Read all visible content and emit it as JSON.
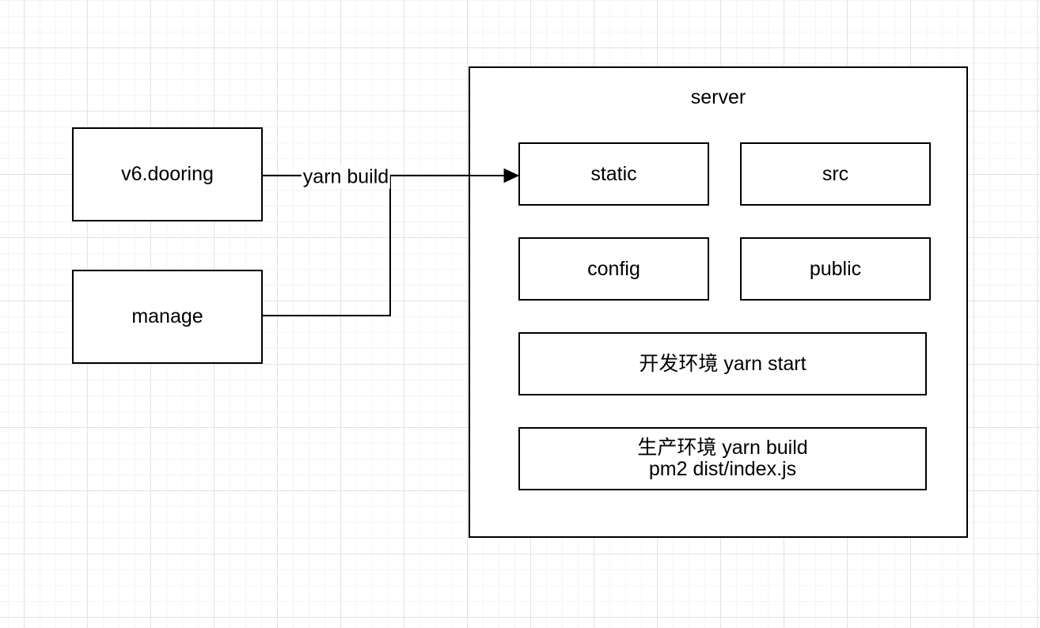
{
  "canvas": {
    "background_color": "#ffffff",
    "grid_minor_color": "#f5f5f5",
    "grid_major_color": "#e2e2e2",
    "stroke_color": "#000000",
    "text_color": "#000000"
  },
  "nodes": {
    "v6_dooring": {
      "label": "v6.dooring"
    },
    "manage": {
      "label": "manage"
    },
    "server": {
      "label": "server"
    },
    "static": {
      "label": "static"
    },
    "src": {
      "label": "src"
    },
    "config": {
      "label": "config"
    },
    "public": {
      "label": "public"
    },
    "dev_env": {
      "label": "开发环境 yarn start"
    },
    "prod_env": {
      "line1": "生产环境 yarn build",
      "line2": "pm2 dist/index.js"
    }
  },
  "edges": {
    "yarn_build": {
      "label": "yarn build"
    }
  }
}
